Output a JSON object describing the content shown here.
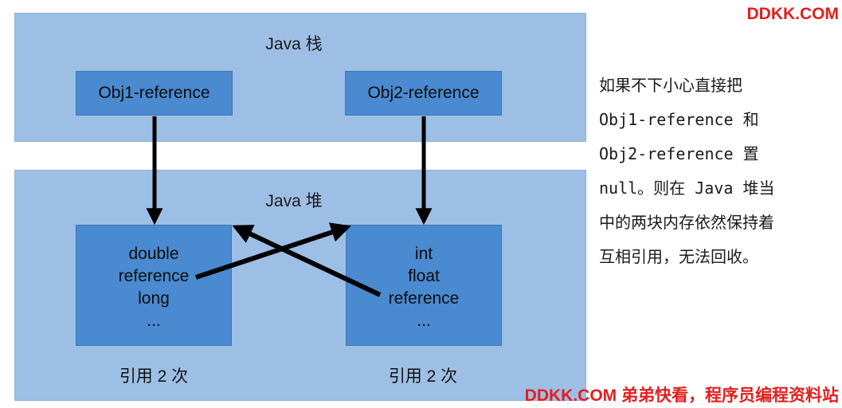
{
  "stack": {
    "title": "Java 栈",
    "ref1": "Obj1-reference",
    "ref2": "Obj2-reference"
  },
  "heap": {
    "title": "Java 堆",
    "obj1": {
      "fields": [
        "double",
        "reference",
        "long",
        "..."
      ],
      "count_label": "引用 2 次"
    },
    "obj2": {
      "fields": [
        "int",
        "float",
        "reference",
        "..."
      ],
      "count_label": "引用 2 次"
    }
  },
  "note": {
    "lines": [
      "如果不下小心直接把",
      "Obj1-reference 和",
      "Obj2-reference 置",
      "null。则在 Java 堆当",
      "中的两块内存依然保持着",
      "互相引用，无法回收。"
    ]
  },
  "watermark": {
    "top": "DDKK.COM",
    "bottom": "DDKK.COM 弟弟快看，程序员编程资料站"
  },
  "colors": {
    "panel": "#9dbfe5",
    "box": "#4a8ad0",
    "arrow": "#000000",
    "watermark": "#e31e1e"
  }
}
